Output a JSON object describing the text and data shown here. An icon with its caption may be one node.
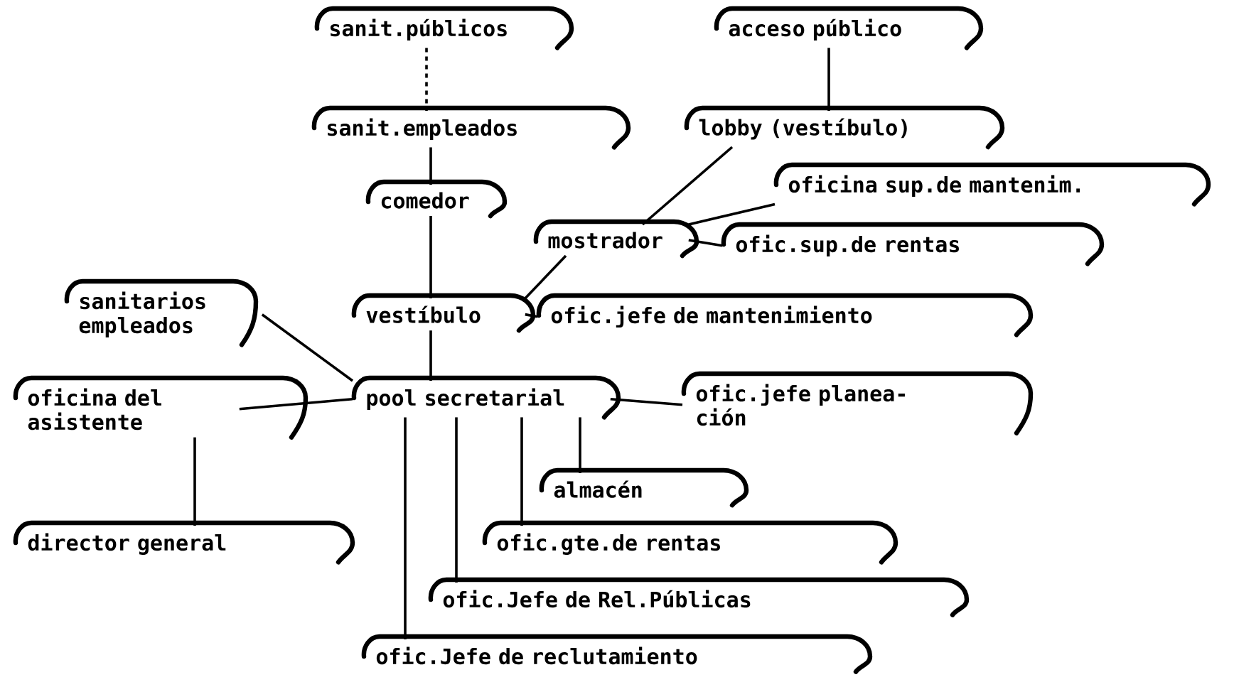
{
  "diagram": {
    "nodes": [
      {
        "text": [
          "sanit.públicos"
        ]
      },
      {
        "text": [
          "acceso público"
        ]
      },
      {
        "text": [
          "sanit.empleados"
        ]
      },
      {
        "text": [
          "lobby (vestíbulo)"
        ]
      },
      {
        "text": [
          "comedor"
        ]
      },
      {
        "text": [
          "oficina sup.de mantenim."
        ]
      },
      {
        "text": [
          "mostrador"
        ]
      },
      {
        "text": [
          "ofic.sup.de rentas"
        ]
      },
      {
        "text": [
          "sanitarios empleados"
        ]
      },
      {
        "text": [
          "vestíbulo"
        ]
      },
      {
        "text": [
          "ofic.jefe de mantenimiento"
        ]
      },
      {
        "text": [
          "oficina del asistente"
        ]
      },
      {
        "text": [
          "pool secretarial"
        ]
      },
      {
        "text": [
          "ofic.jefe planea-ción"
        ]
      },
      {
        "text": [
          "almacén"
        ]
      },
      {
        "text": [
          "director general"
        ]
      },
      {
        "text": [
          "ofic.gte.de rentas"
        ]
      },
      {
        "text": [
          "ofic.Jefe de Rel.Públicas"
        ]
      },
      {
        "text": [
          "ofic.Jefe de reclutamiento"
        ]
      }
    ],
    "edges": [
      {
        "from": 0,
        "to": 2,
        "arrow": "none",
        "style": "dashed"
      },
      {
        "from": 1,
        "to": 3,
        "arrow": "none"
      },
      {
        "from": 2,
        "to": 4,
        "arrow": "none"
      },
      {
        "from": 3,
        "to": 6,
        "arrow": "none"
      },
      {
        "from": 6,
        "to": 5,
        "arrow": "none"
      },
      {
        "from": 6,
        "to": 7,
        "arrow": "none"
      },
      {
        "from": 4,
        "to": 9,
        "arrow": "none"
      },
      {
        "from": 6,
        "to": 9,
        "arrow": "none"
      },
      {
        "from": 9,
        "to": 10,
        "arrow": "none"
      },
      {
        "from": 8,
        "to": 12,
        "arrow": "none"
      },
      {
        "from": 9,
        "to": 12,
        "arrow": "none"
      },
      {
        "from": 11,
        "to": 12,
        "arrow": "none"
      },
      {
        "from": 12,
        "to": 13,
        "arrow": "none"
      },
      {
        "from": 11,
        "to": 15,
        "arrow": "none"
      },
      {
        "from": 12,
        "to": 14,
        "arrow": "none"
      },
      {
        "from": 12,
        "to": 16,
        "arrow": "none"
      },
      {
        "from": 12,
        "to": 17,
        "arrow": "none"
      },
      {
        "from": 12,
        "to": 18,
        "arrow": "none"
      }
    ]
  }
}
